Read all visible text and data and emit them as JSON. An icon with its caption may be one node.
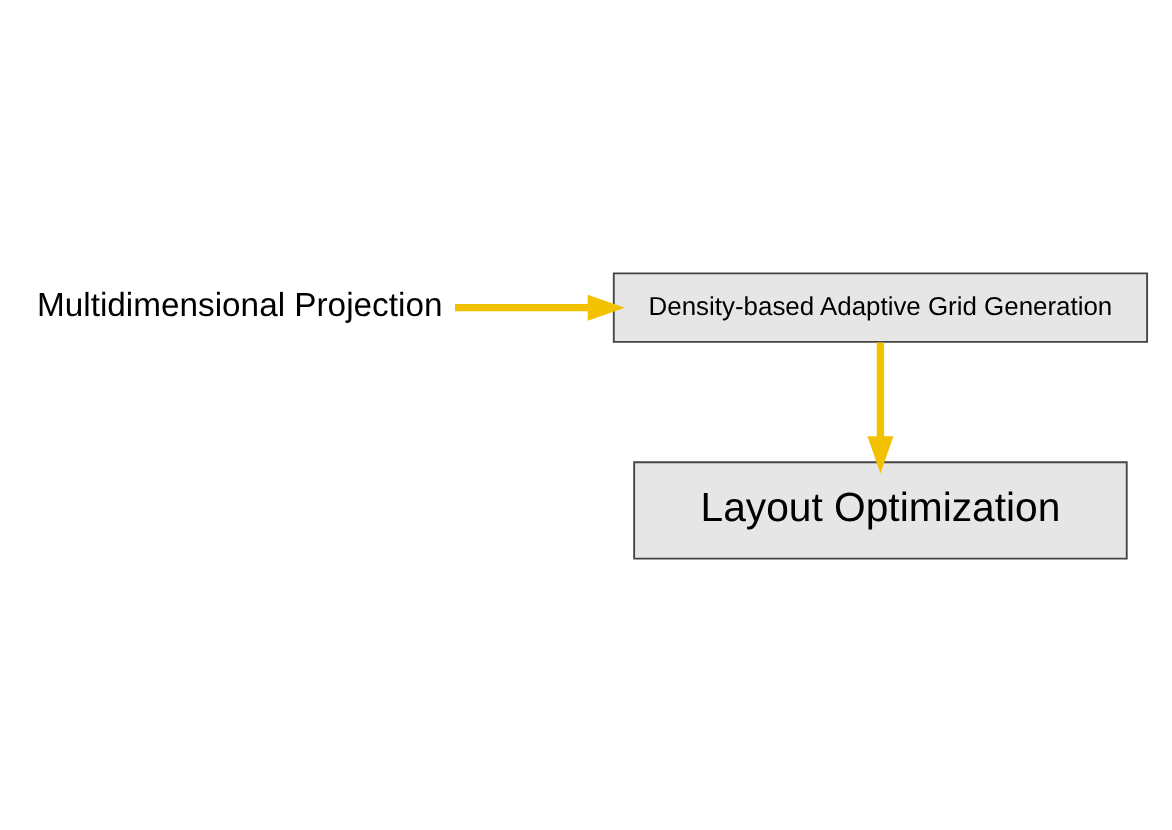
{
  "diagram": {
    "nodes": [
      {
        "text": [
          "Multidimensional Projection"
        ]
      },
      {
        "text": [
          "Density-based Adaptive Grid Generation"
        ]
      },
      {
        "text": [
          "Layout Optimization"
        ]
      }
    ],
    "edges": [
      {
        "from": 0,
        "to": 1,
        "arrow": "to"
      },
      {
        "from": 1,
        "to": 2,
        "arrow": "to"
      }
    ]
  }
}
